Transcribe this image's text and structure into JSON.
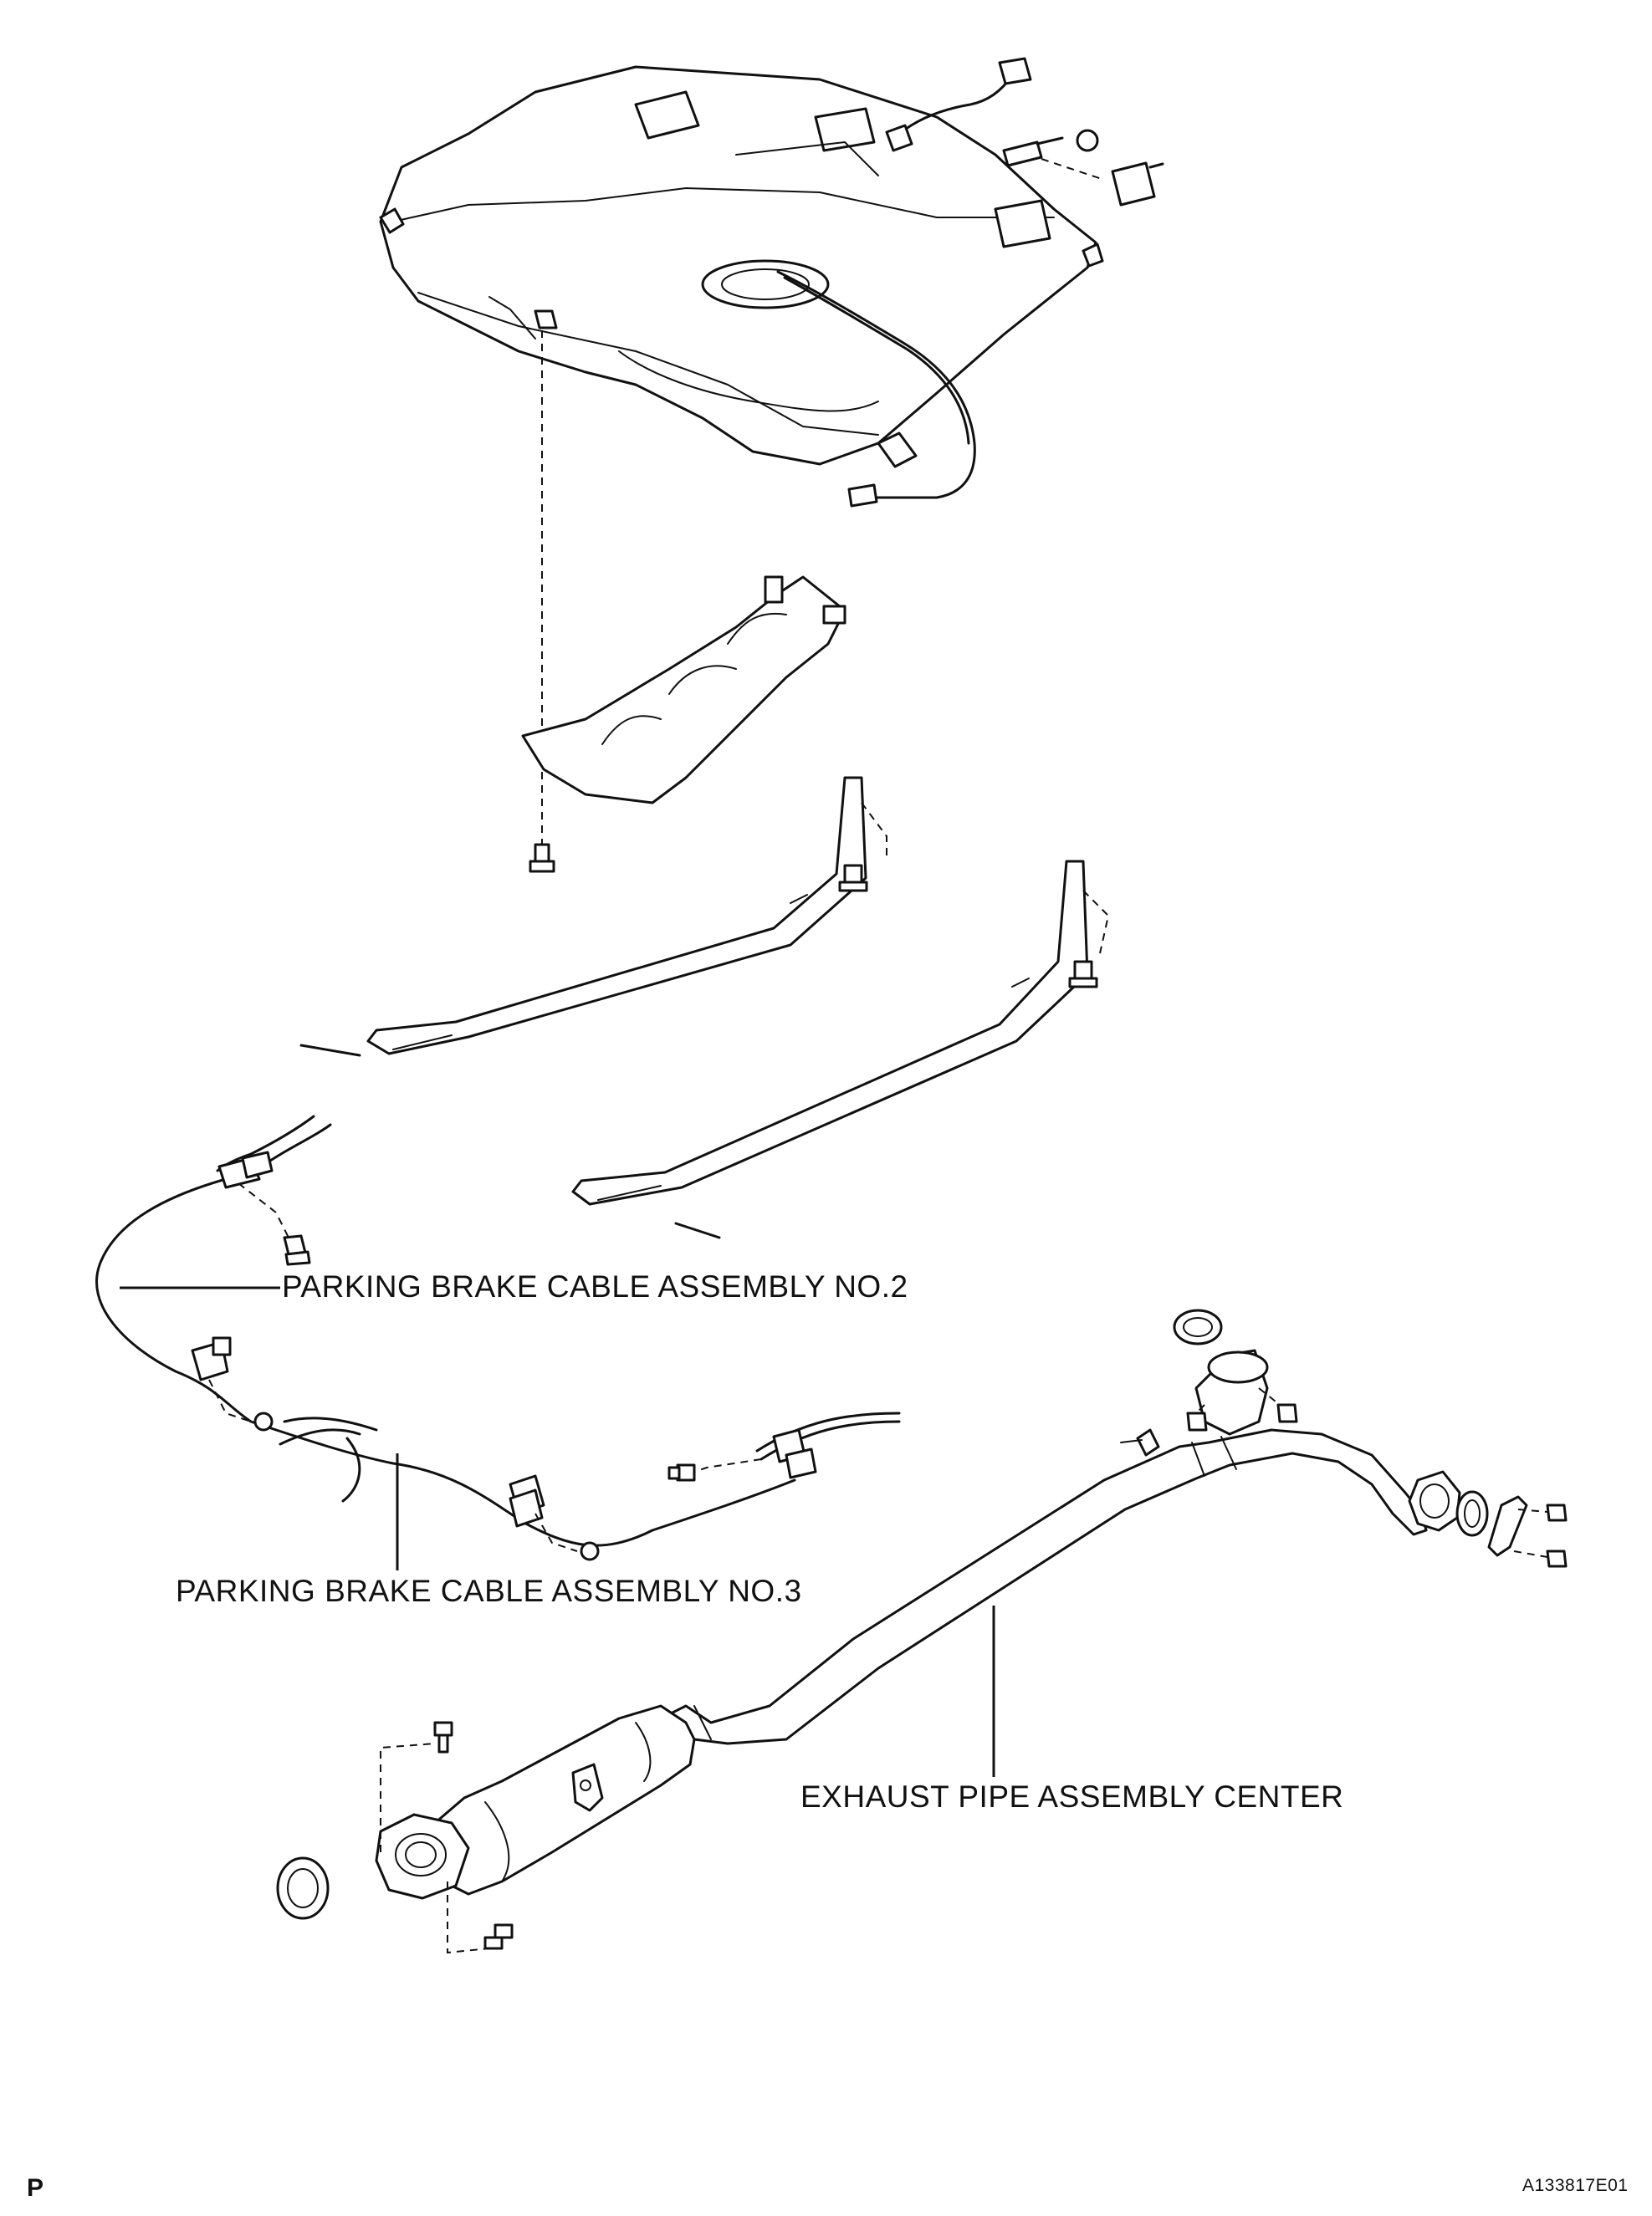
{
  "labels": {
    "cable_no2": "PARKING BRAKE CABLE ASSEMBLY NO.2",
    "cable_no3": "PARKING BRAKE CABLE ASSEMBLY NO.3",
    "exhaust_center": "EXHAUST PIPE ASSEMBLY CENTER"
  },
  "corner": {
    "mark": "P",
    "figure_code": "A133817E01"
  }
}
